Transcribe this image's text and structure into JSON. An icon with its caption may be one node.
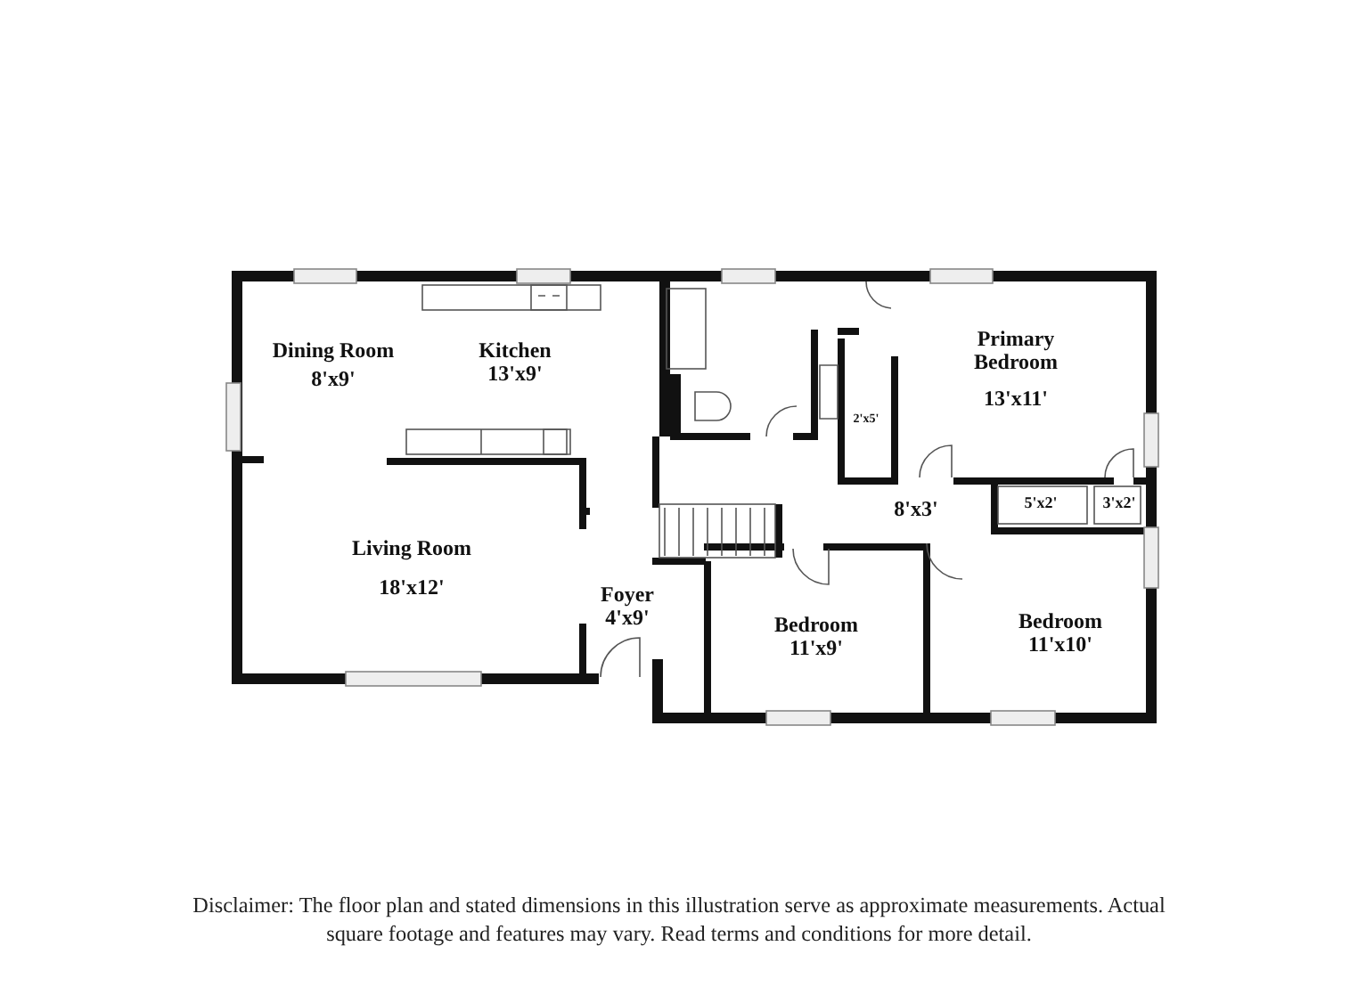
{
  "diagram": {
    "labels": [
      "Dining Room",
      "8'x9'",
      "Kitchen",
      "13'x9'",
      "Primary Bedroom",
      "13'x11'",
      "2'x5'",
      "5'x2'",
      "3'x2'",
      "8'x3'",
      "Living Room",
      "18'x12'",
      "Foyer",
      "4'x9'",
      "Bedroom",
      "11'x9'",
      "Bedroom",
      "11'x10'"
    ],
    "caption": "Disclaimer: The floor plan and stated dimensions in this illustration serve as approximate measurements. Actual square footage and features may vary. Read terms and conditions for more detail."
  }
}
